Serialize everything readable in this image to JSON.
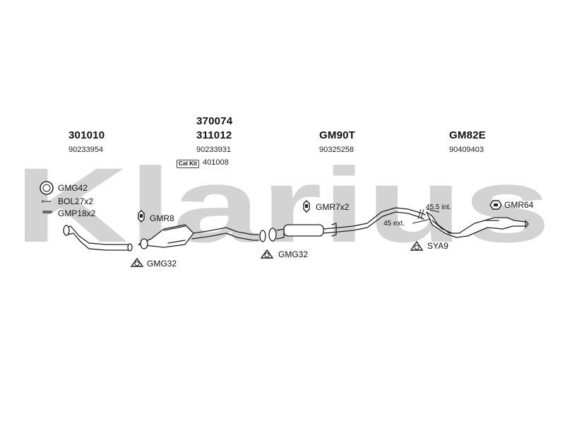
{
  "watermark": {
    "text": "Klarius",
    "color": "#cfcfcf"
  },
  "sections": [
    {
      "part": "301010",
      "oem": "90233954"
    },
    {
      "part_top": "370074",
      "part": "311012",
      "oem": "90233931",
      "catkit_label": "Cat Kit",
      "catkit_number": "401008"
    },
    {
      "part": "GM90T",
      "oem": "90325258"
    },
    {
      "part": "GM82E",
      "oem": "90409403"
    }
  ],
  "accessories": {
    "gmg42": "GMG42",
    "bol": "BOL27x2",
    "gmp": "GMP18x2",
    "gmr8": "GMR8",
    "gmg32_left": "GMG32",
    "gmg32_mid": "GMG32",
    "gmr7": "GMR7x2",
    "sya9": "SYA9",
    "gmr64": "GMR64"
  },
  "notes": {
    "int": "45.5 int.",
    "ext": "45 ext."
  },
  "colors": {
    "pipe_stroke": "#222222",
    "pipe_fill": "#ffffff",
    "shade": "#9a9a9a"
  }
}
